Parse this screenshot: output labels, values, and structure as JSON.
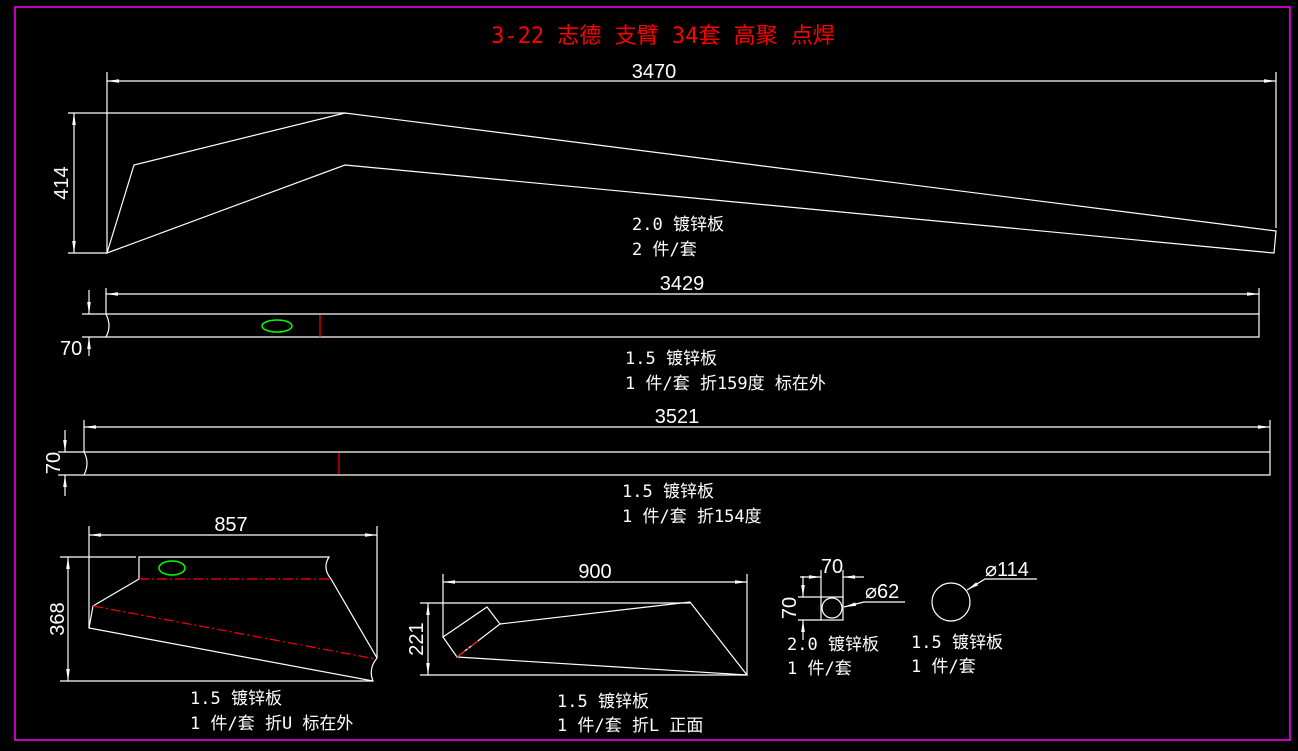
{
  "title": "3-22 志德 支臂 34套 高聚 点焊",
  "colors": {
    "background": "#000000",
    "border": "#ff00ff",
    "title": "#ff0000",
    "lines": "#ffffff",
    "bend": "#ff0000",
    "mark": "#00ff00"
  },
  "parts": [
    {
      "dims": [
        "3470",
        "414"
      ],
      "material": "2.0 镀锌板",
      "qty": "2 件/套"
    },
    {
      "dims": [
        "3429",
        "70"
      ],
      "material": "1.5 镀锌板",
      "qty": "1 件/套 折159度 标在外"
    },
    {
      "dims": [
        "3521",
        "70"
      ],
      "material": "1.5 镀锌板",
      "qty": "1 件/套 折154度"
    },
    {
      "dims": [
        "857",
        "368"
      ],
      "material": "1.5 镀锌板",
      "qty": "1 件/套 折U 标在外"
    },
    {
      "dims": [
        "900",
        "221"
      ],
      "material": "1.5 镀锌板",
      "qty": "1 件/套 折L 正面"
    },
    {
      "dims": [
        "70",
        "70",
        "⌀62"
      ],
      "material": "2.0 镀锌板",
      "qty": "1 件/套"
    },
    {
      "dims": [
        "⌀114"
      ],
      "material": "1.5 镀锌板",
      "qty": "1 件/套"
    }
  ]
}
